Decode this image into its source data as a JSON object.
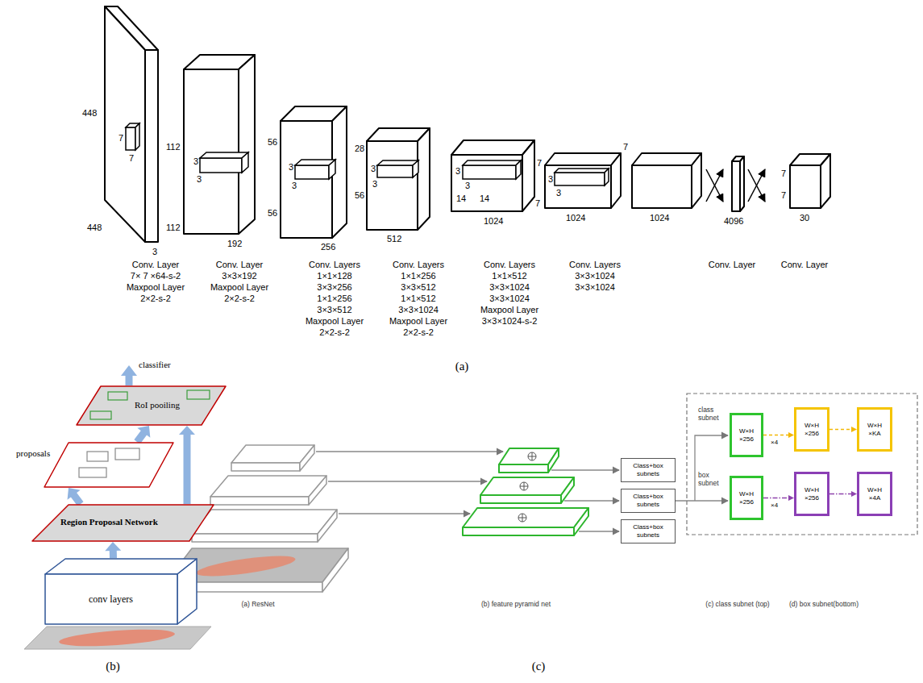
{
  "diagram": {
    "nodes": [
      {
        "text": [
          "conv layers"
        ]
      },
      {
        "text": [
          "Region Proposal Network"
        ]
      },
      {
        "text": [
          "proposals"
        ]
      },
      {
        "text": [
          "RoI pooiling"
        ]
      },
      {
        "text": [
          "Class+box subnets"
        ]
      },
      {
        "text": [
          "Class+box subnets"
        ]
      },
      {
        "text": [
          "Class+box subnets"
        ]
      },
      {
        "text": [
          "W×H ×256"
        ]
      },
      {
        "text": [
          "W×H ×256"
        ]
      },
      {
        "text": [
          "W×H ×KA"
        ]
      },
      {
        "text": [
          "W×H ×256"
        ]
      },
      {
        "text": [
          "W×H ×256"
        ]
      },
      {
        "text": [
          "W×H ×4A"
        ]
      }
    ],
    "edges": [
      {
        "from": 0,
        "to": 1,
        "arrow": "to"
      },
      {
        "from": 1,
        "to": 2,
        "arrow": "to"
      },
      {
        "from": 2,
        "to": 3,
        "arrow": "to"
      },
      {
        "from": 1,
        "to": 3,
        "arrow": "to"
      },
      {
        "from": 7,
        "to": 8,
        "label": "×4",
        "arrow": "to"
      },
      {
        "from": 8,
        "to": 9,
        "arrow": "to"
      },
      {
        "from": 10,
        "to": 11,
        "label": "×4",
        "arrow": "to"
      },
      {
        "from": 11,
        "to": 12,
        "arrow": "to"
      }
    ],
    "labels": [
      "448",
      "448",
      "7",
      "7",
      "3",
      "112",
      "112",
      "3",
      "3",
      "192",
      "56",
      "56",
      "3",
      "3",
      "256",
      "28",
      "56",
      "3",
      "3",
      "512",
      "3",
      "3",
      "14",
      "14",
      "1024",
      "7",
      "3",
      "3",
      "7",
      "1024",
      "7",
      "1024",
      "4096",
      "7",
      "7",
      "30",
      "Conv. Layer",
      "7× 7 ×64-s-2",
      "Maxpool Layer",
      "2×2-s-2",
      "Conv. Layer",
      "3×3×192",
      "Maxpool Layer",
      "2×2-s-2",
      "Conv. Layers",
      "1×1×128",
      "3×3×256",
      "1×1×256",
      "3×3×512",
      "Maxpool Layer",
      "2×2-s-2",
      "Conv. Layers",
      "1×1×256",
      "3×3×512",
      "1×1×512",
      "3×3×1024",
      "Maxpool Layer",
      "2×2-s-2",
      "Conv. Layers",
      "1×1×512",
      "3×3×1024",
      "3×3×1024",
      "Maxpool Layer",
      "3×3×1024-s-2",
      "Conv. Layers",
      "3×3×1024",
      "3×3×1024",
      "Conv. Layer",
      "Conv. Layer",
      "(a)",
      "classifier",
      "(b)",
      "class subnet",
      "box subnet",
      "(a) ResNet",
      "(b) feature pyramid net",
      "(c) class subnet (top)",
      "(d) box subnet(bottom)",
      "(c)"
    ]
  }
}
